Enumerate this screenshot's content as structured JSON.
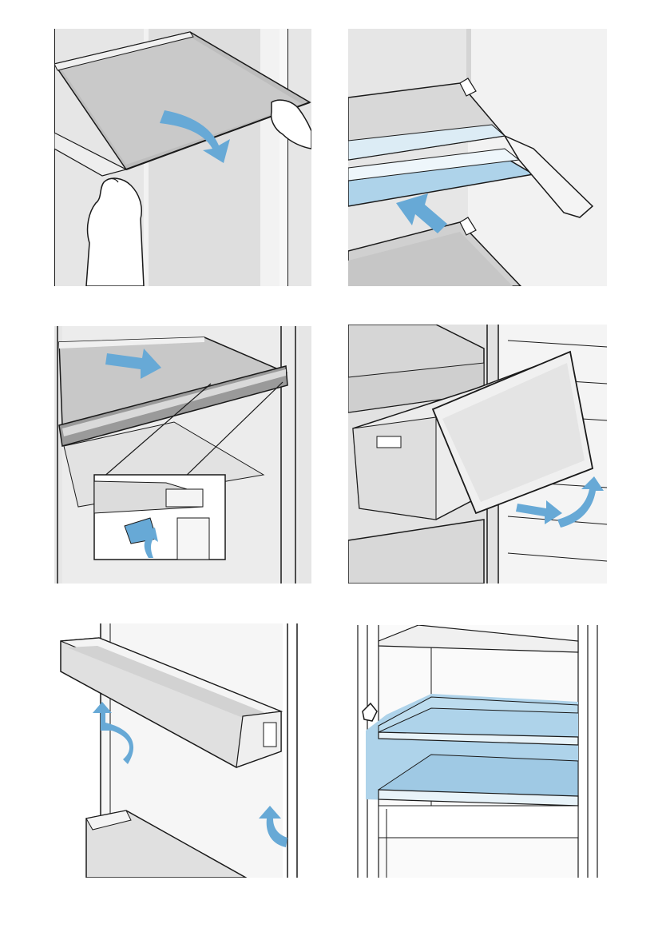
{
  "page": {
    "background": "#ffffff"
  },
  "colors": {
    "arrow": "#67a9d6",
    "arrow_dark": "#4a90c0",
    "highlight": "#aed3ea",
    "cabinet": "#e6e6e6",
    "cabinet_light": "#f2f2f2",
    "outline": "#1a1a1a",
    "glass": "#cfcfcf"
  },
  "panels": [
    {
      "id": "remove-glass-shelf",
      "icons": [
        "hand-icon",
        "curved-arrow-icon"
      ]
    },
    {
      "id": "insert-glass-shelf",
      "icons": [
        "straight-arrow-icon"
      ]
    },
    {
      "id": "remove-shelf-with-trim",
      "icons": [
        "straight-arrow-icon",
        "curved-arrow-icon",
        "magnifier-detail-icon"
      ]
    },
    {
      "id": "remove-freezer-drawer",
      "icons": [
        "straight-arrow-icon",
        "curved-arrow-icon"
      ]
    },
    {
      "id": "remove-door-rack",
      "icons": [
        "curved-arrow-icon"
      ]
    },
    {
      "id": "shelf-positions",
      "icons": [
        "shelf-marker-icon"
      ]
    }
  ]
}
